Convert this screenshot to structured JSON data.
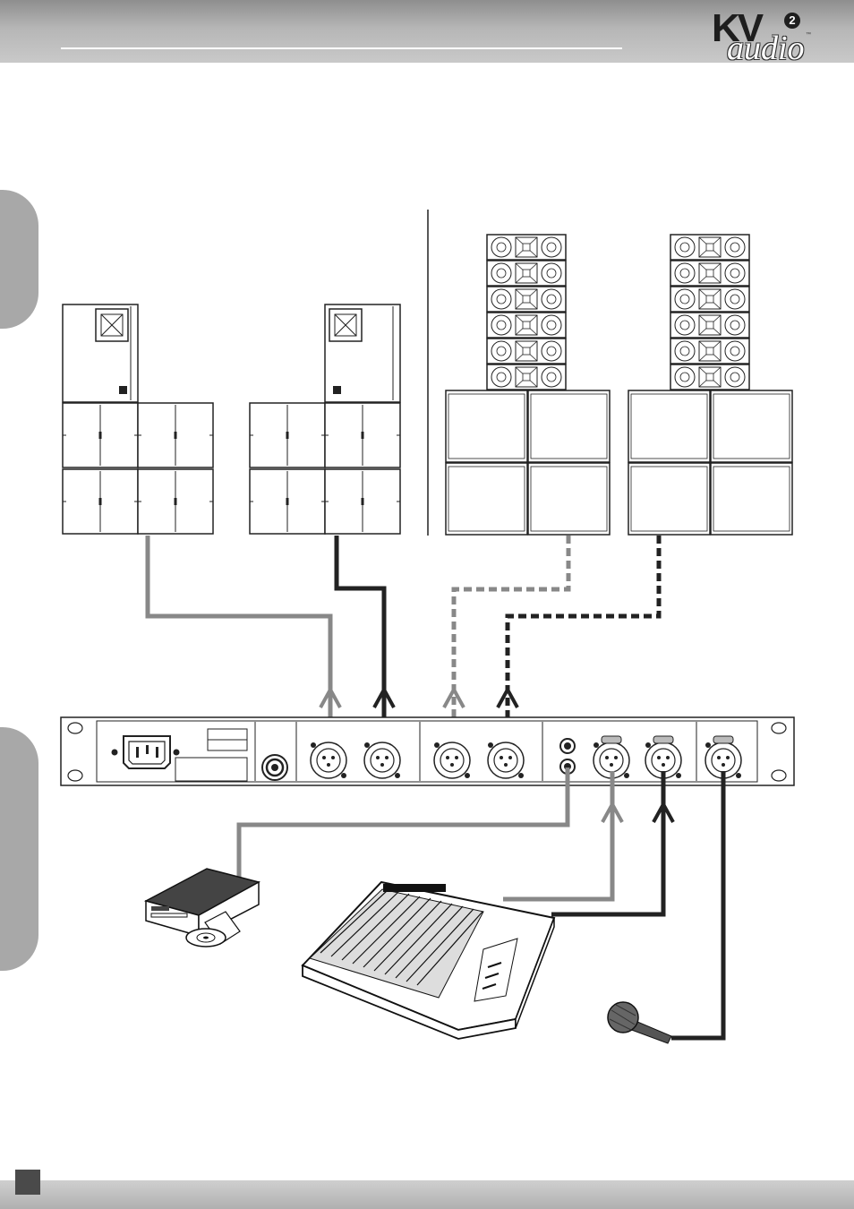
{
  "header": {
    "logo": {
      "name": "KV audio logo",
      "kv": "KV",
      "audio": "audio",
      "badge": "2",
      "tm": "™"
    }
  },
  "diagram": {
    "cables": {
      "left_system": "#888888",
      "right_system": "#222222",
      "connector_arrows": true
    }
  }
}
